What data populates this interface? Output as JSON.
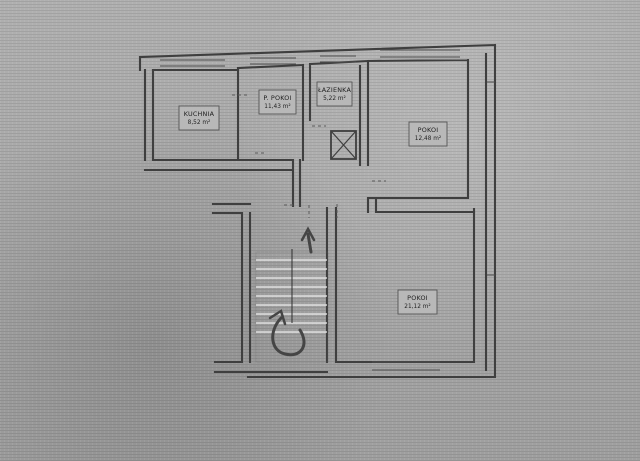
{
  "rooms": [
    {
      "id": "kuchnia",
      "name": "KUCHNIA",
      "area": "8,52 m²"
    },
    {
      "id": "p-pokoi",
      "name": "P. POKOI",
      "area": "11,43 m²"
    },
    {
      "id": "lazienka",
      "name": "ŁAZIENKA",
      "area": "5,22 m²"
    },
    {
      "id": "pokoi-upper",
      "name": "POKOI",
      "area": "12,48 m²"
    },
    {
      "id": "pokoi-lower",
      "name": "POKOI",
      "area": "21,12 m²"
    }
  ]
}
